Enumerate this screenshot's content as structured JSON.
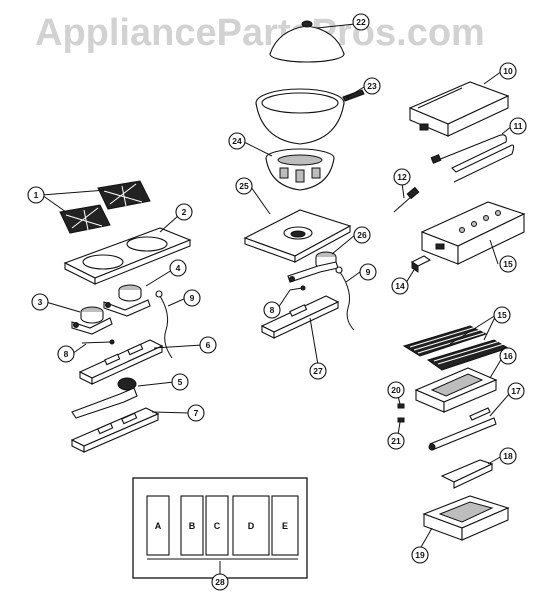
{
  "watermark": "AppliancePartsPros.com",
  "callouts": [
    "1",
    "2",
    "3",
    "4",
    "5",
    "6",
    "7",
    "8",
    "9",
    "10",
    "11",
    "12",
    "14",
    "15",
    "16",
    "17",
    "18",
    "19",
    "20",
    "21",
    "22",
    "23",
    "24",
    "25",
    "26",
    "27",
    "28"
  ],
  "panel_tiles": [
    "A",
    "B",
    "C",
    "D",
    "E"
  ]
}
